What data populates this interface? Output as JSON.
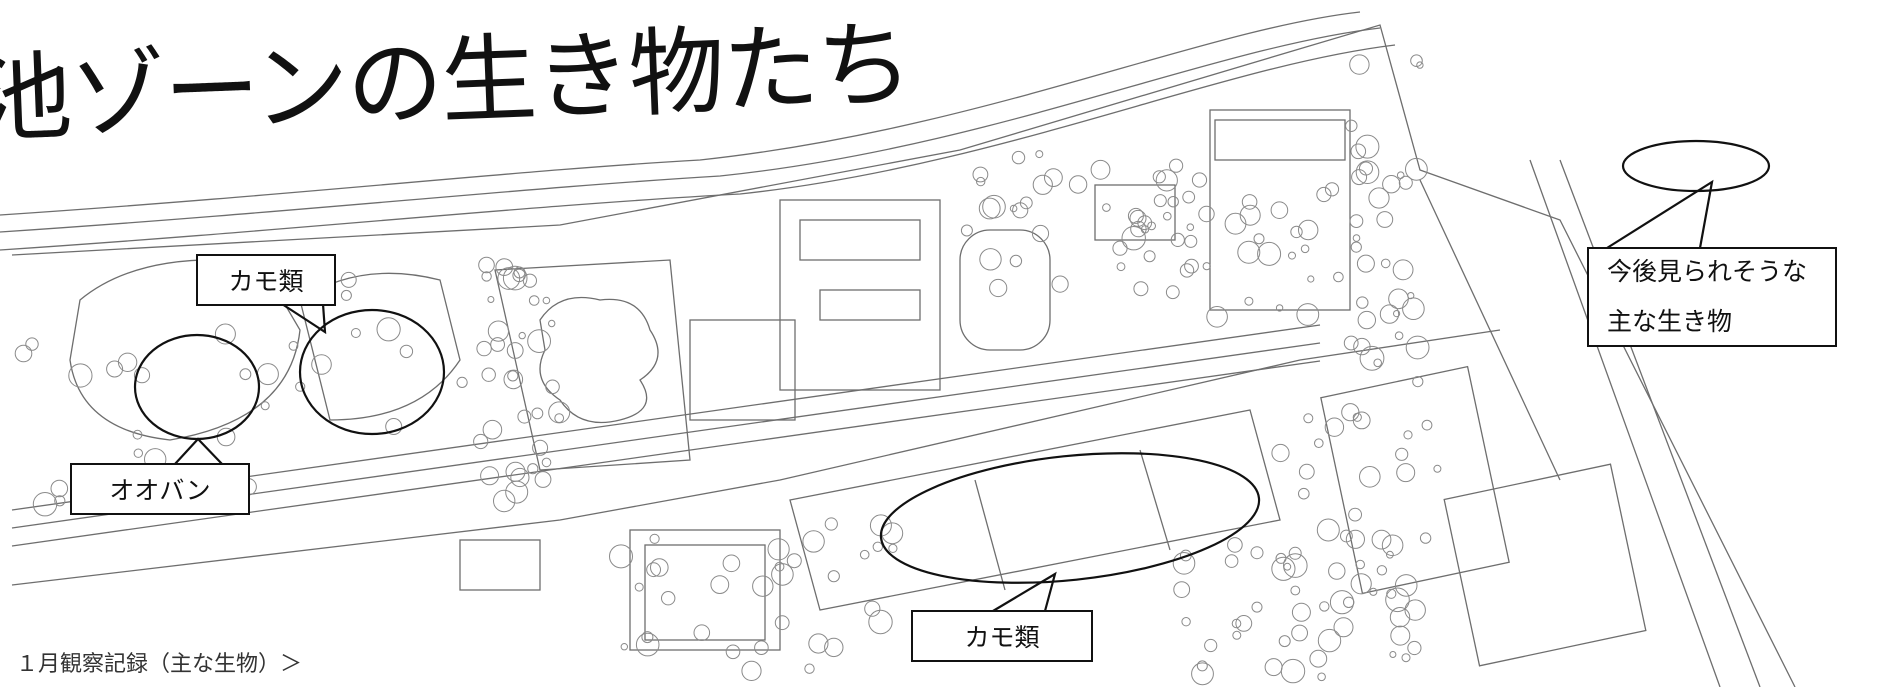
{
  "title": "池ゾーンの生き物たち",
  "subtitle": "１月観察記録（主な生物）＞",
  "labels": {
    "kamo_top": "カモ類",
    "ooban": "オオバン",
    "kamo_bottom": "カモ類",
    "future_line1": "今後見られそうな",
    "future_line2": "主な生き物"
  },
  "colors": {
    "ink": "#111111",
    "plan_line": "#6e6e6e",
    "background": "#ffffff"
  }
}
